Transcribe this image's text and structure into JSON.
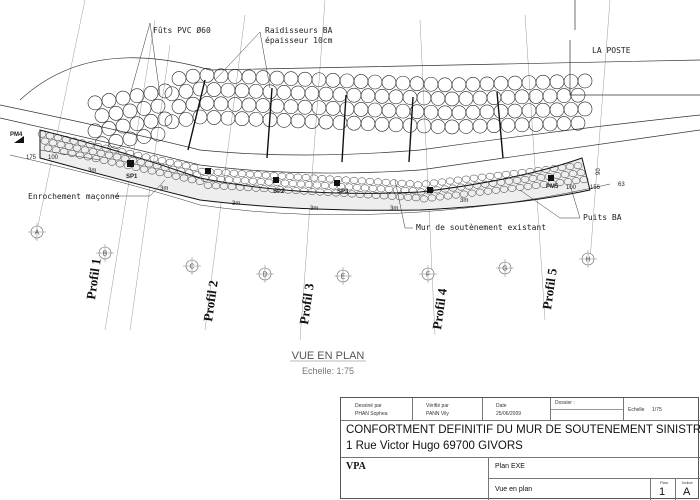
{
  "drawing": {
    "labels": {
      "futs": "Fûts PVC Ø60",
      "raidisseurs_1": "Raidisseurs BA",
      "raidisseurs_2": "épaisseur 10cm",
      "la_poste": "LA POSTE",
      "enrochement": "Enrochement maçonné",
      "mur_existant": "Mur de soutènement existant",
      "puits": "Puits BA",
      "pm4": "PM4",
      "pm5": "PM5",
      "sp1": "SP1",
      "sp2": "SP2",
      "sp3": "SP3"
    },
    "dimensions": {
      "d175": "175",
      "d100": "100",
      "d3m": "3m",
      "d156": "156",
      "d63": "63",
      "d90": "90"
    },
    "grid_axes": [
      "A",
      "B",
      "C",
      "D",
      "E",
      "F",
      "G",
      "H"
    ],
    "profiles": [
      "Profil 1",
      "Profil 2",
      "Profil 3",
      "Profil 4",
      "Profil 5"
    ],
    "view_title": "VUE EN PLAN",
    "scale": "Echelle:  1:75"
  },
  "title_block": {
    "drawn_by_label": "Dessiné par",
    "drawn_by": "PHAN Sophea",
    "checked_by_label": "Vérifié par",
    "checked_by": "PANN Vily",
    "date_label": "Date",
    "date": "25/06/2009",
    "dossier_label": "Dossier :",
    "echelle_label": "Echelle",
    "echelle": "1/75",
    "title_line1": "CONFORTMENT DEFINITIF DU MUR DE SOUTENEMENT SINISTRE",
    "title_line2": "1 Rue Victor Hugo 69700 GIVORS",
    "company": "VPA",
    "plan_type": "Plan EXE",
    "view_name": "Vue en plan",
    "plan_label": "Plan",
    "plan_number": "1",
    "indice_label": "Indice",
    "indice": "A"
  }
}
